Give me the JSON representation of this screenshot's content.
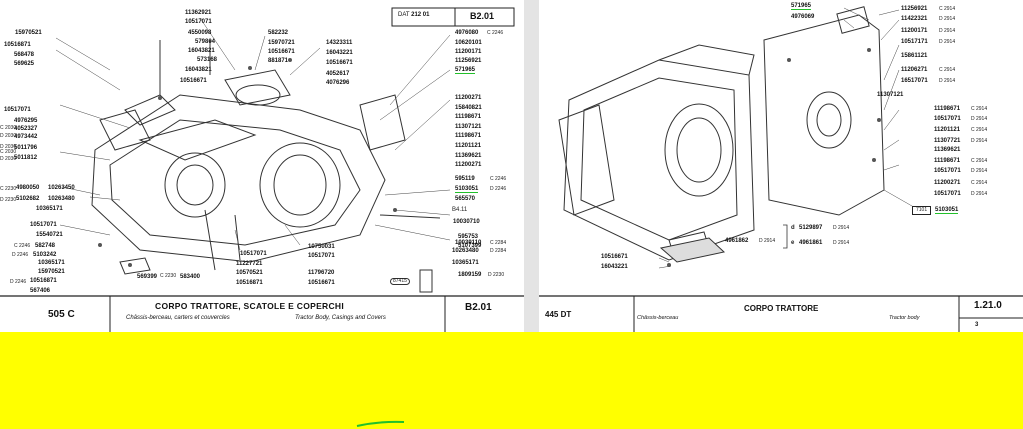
{
  "left": {
    "header": {
      "dat_label": "DAT",
      "dat_value": "212 01",
      "section": "B2.01"
    },
    "footer": {
      "model": "505 C",
      "title_it": "CORPO TRATTORE, SCATOLE E COPERCHI",
      "title_fr": "Châssis-berceau, carters et couvercles",
      "title_en": "Tractor Body, Casings and Covers",
      "section": "B2.01"
    },
    "labels_top": [
      "11362921",
      "10517071",
      "4550098",
      "579804",
      "16043821",
      "573168",
      "16043821",
      "10516671"
    ],
    "labels_mid": [
      "582232",
      "15970721",
      "10516671",
      "881871",
      "14323311",
      "16043221",
      "10516671",
      "4052617",
      "4076296"
    ],
    "labels_left": [
      "15970521",
      "10516871",
      "568478",
      "569625",
      "10517071",
      "4976295",
      "4052327",
      "4973442",
      "5011796",
      "5011812",
      "4980050",
      "10263450",
      "5102682",
      "10263480",
      "10365171"
    ],
    "codes_left": [
      "C 2030",
      "D 2030",
      "D 2030",
      "C 2030",
      "D 2030",
      "C 2230",
      "D 2230"
    ],
    "labels_right": [
      "4976080",
      "10620101",
      "11200171",
      "11256921",
      "571965",
      "11200271",
      "15840821",
      "11198671",
      "11307121",
      "11198671",
      "11201121",
      "11369621",
      "11200271",
      "595119",
      "5103051",
      "565570",
      "10030710",
      "10039110",
      "10263480",
      "10365171",
      "1809159"
    ],
    "codes_right": [
      "C 2246",
      "C 2246",
      "D 2246",
      "C 2284",
      "D 2284",
      "D 2230"
    ],
    "labels_bottom": [
      "10517071",
      "15540721",
      "582748",
      "5103242",
      "10365171",
      "15970521",
      "10516871",
      "567406",
      "569399",
      "583400",
      "10517071",
      "11227721",
      "10570521",
      "10516871",
      "10750031",
      "10517071",
      "11796720",
      "10516671",
      "595753",
      "5107399"
    ],
    "codes_bottom": [
      "C 2246",
      "D 2246",
      "D 2246",
      "C 2230"
    ],
    "misc": [
      "B4.11",
      "87415"
    ]
  },
  "right": {
    "footer": {
      "model": "445 DT",
      "title": "CORPO TRATTORE",
      "title_fr": "Châssis-berceau",
      "title_en": "Tractor body",
      "section": "1.21.0",
      "page": "3"
    },
    "labels_top": [
      "571965",
      "4976069"
    ],
    "labels_right": [
      "11256921",
      "11422321",
      "11200171",
      "10517171",
      "15861121",
      "11206271",
      "16517071",
      "11307121",
      "11198671",
      "10517071",
      "11201121",
      "11307721",
      "11369621",
      "11198671",
      "10517071",
      "11200271",
      "10517071"
    ],
    "codes_right": [
      "C 2914",
      "D 2914",
      "D 2914",
      "D 2914",
      "C 2914",
      "D 2914",
      "C 2914",
      "D 2914",
      "C 2914",
      "D 2914",
      "C 2914",
      "D 2914",
      "C 2914",
      "D 2914"
    ],
    "ref_7101": "7101",
    "ref_5103051": "5103051",
    "bottom_d": "d",
    "bottom_e": "e",
    "bottom_labels": [
      "5129897",
      "4961862",
      "4961861",
      "10516671",
      "16043221"
    ],
    "bottom_codes": [
      "D 2914",
      "D 2914",
      "D 2914"
    ]
  }
}
